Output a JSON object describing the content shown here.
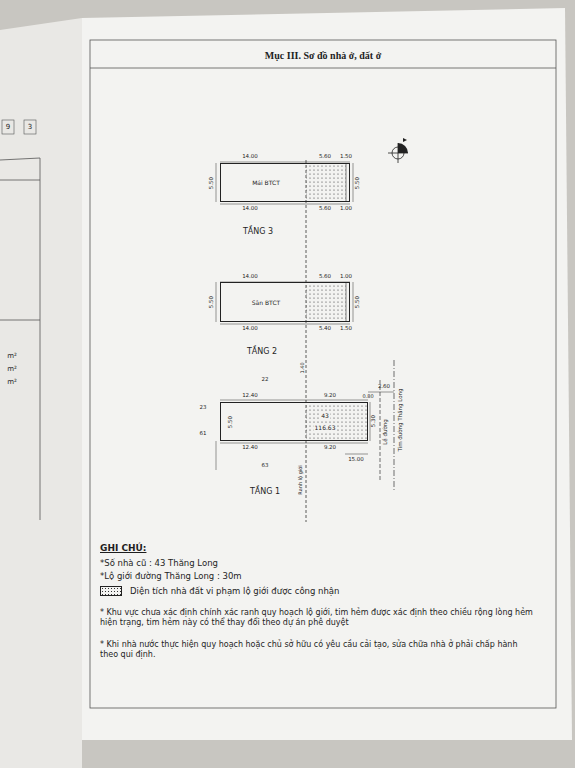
{
  "diagram": {
    "title": "Mục III. Sơ đồ nhà ở, đất ở",
    "nodes": [
      {
        "text": [
          "Mái BTCT"
        ]
      },
      {
        "text": [
          "Sân BTCT"
        ]
      },
      {
        "text": [
          "43",
          "116.63"
        ]
      }
    ],
    "labels": [
      "9",
      "3",
      "m²",
      "m²",
      "m²",
      "14.00",
      "5.60",
      "1.50",
      "5.50",
      "5.50",
      "14.00",
      "5.60",
      "1.00",
      "TẦNG 3",
      "14.00",
      "5.60",
      "1.00",
      "5.50",
      "5.50",
      "14.00",
      "5.40",
      "1.50",
      "TẦNG 2",
      "22",
      "1.40",
      "2.60",
      "12.40",
      "9.20",
      "0.80",
      "23",
      "61",
      "5.50",
      "5.30",
      "12.40",
      "9.20",
      "63",
      "15.00",
      "Ranh lộ giới",
      "Lề đường",
      "Tim đường Thăng Long",
      "TẦNG 1",
      "GHI CHÚ:",
      "*Số nhà cũ : 43 Thăng Long",
      "*Lộ giới đường Thăng Long : 30m",
      "* Khu vực chưa xác định chính xác ranh quy hoạch lộ giới, tim hẻm được xác định theo chiều rộng lòng hẻm hiện trạng, tim hẻm này có thể thay đổi theo dự án phê duyệt",
      "* Khi nhà nước thực hiện quy hoạch hoặc chủ sở hữu có yêu cầu cải tạo, sửa chữa nhà ở phải chấp hành theo qui định."
    ],
    "legend": [
      {
        "text": "Diện tích nhà đất vi phạm lộ giới được công nhận"
      }
    ]
  }
}
